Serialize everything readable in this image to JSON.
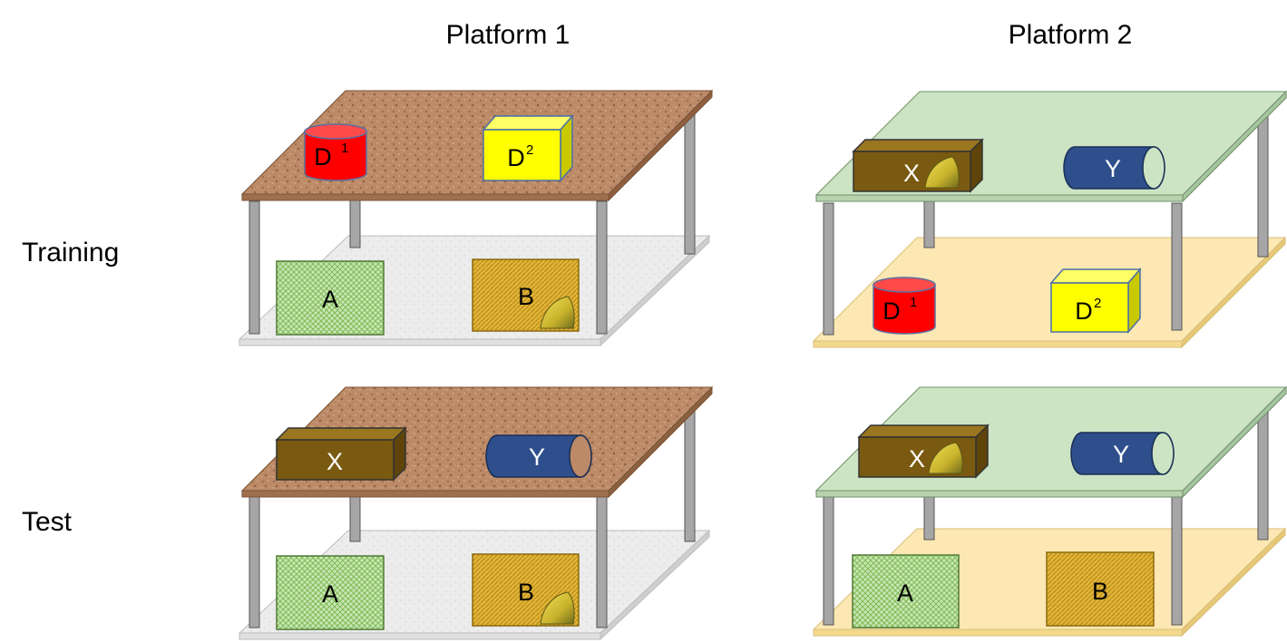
{
  "headers": {
    "platform1": "Platform 1",
    "platform2": "Platform 2"
  },
  "rows": {
    "training": "Training",
    "test": "Test"
  },
  "objects": {
    "A": "A",
    "B": "B",
    "X": "X",
    "Y": "Y",
    "D": "D",
    "sup1": "1",
    "sup2": "2"
  },
  "colors": {
    "cork_top": "#bc8a67",
    "cork_edge": "#a0704e",
    "gray_floor": "#ebebeb",
    "gray_edge": "#c9c9c9",
    "mint_top": "#cce4c4",
    "mint_edge": "#b5d0ad",
    "cream_floor": "#fde8b3",
    "cream_edge": "#ecd594",
    "leg": "#a6a6a6",
    "object_a": "#a8d08a",
    "object_b": "#d9a91f",
    "object_x": "#7a5a10",
    "object_y": "#2e4f8c",
    "cylinder_d": "#ff0000",
    "cube_d": "#ffff00"
  }
}
